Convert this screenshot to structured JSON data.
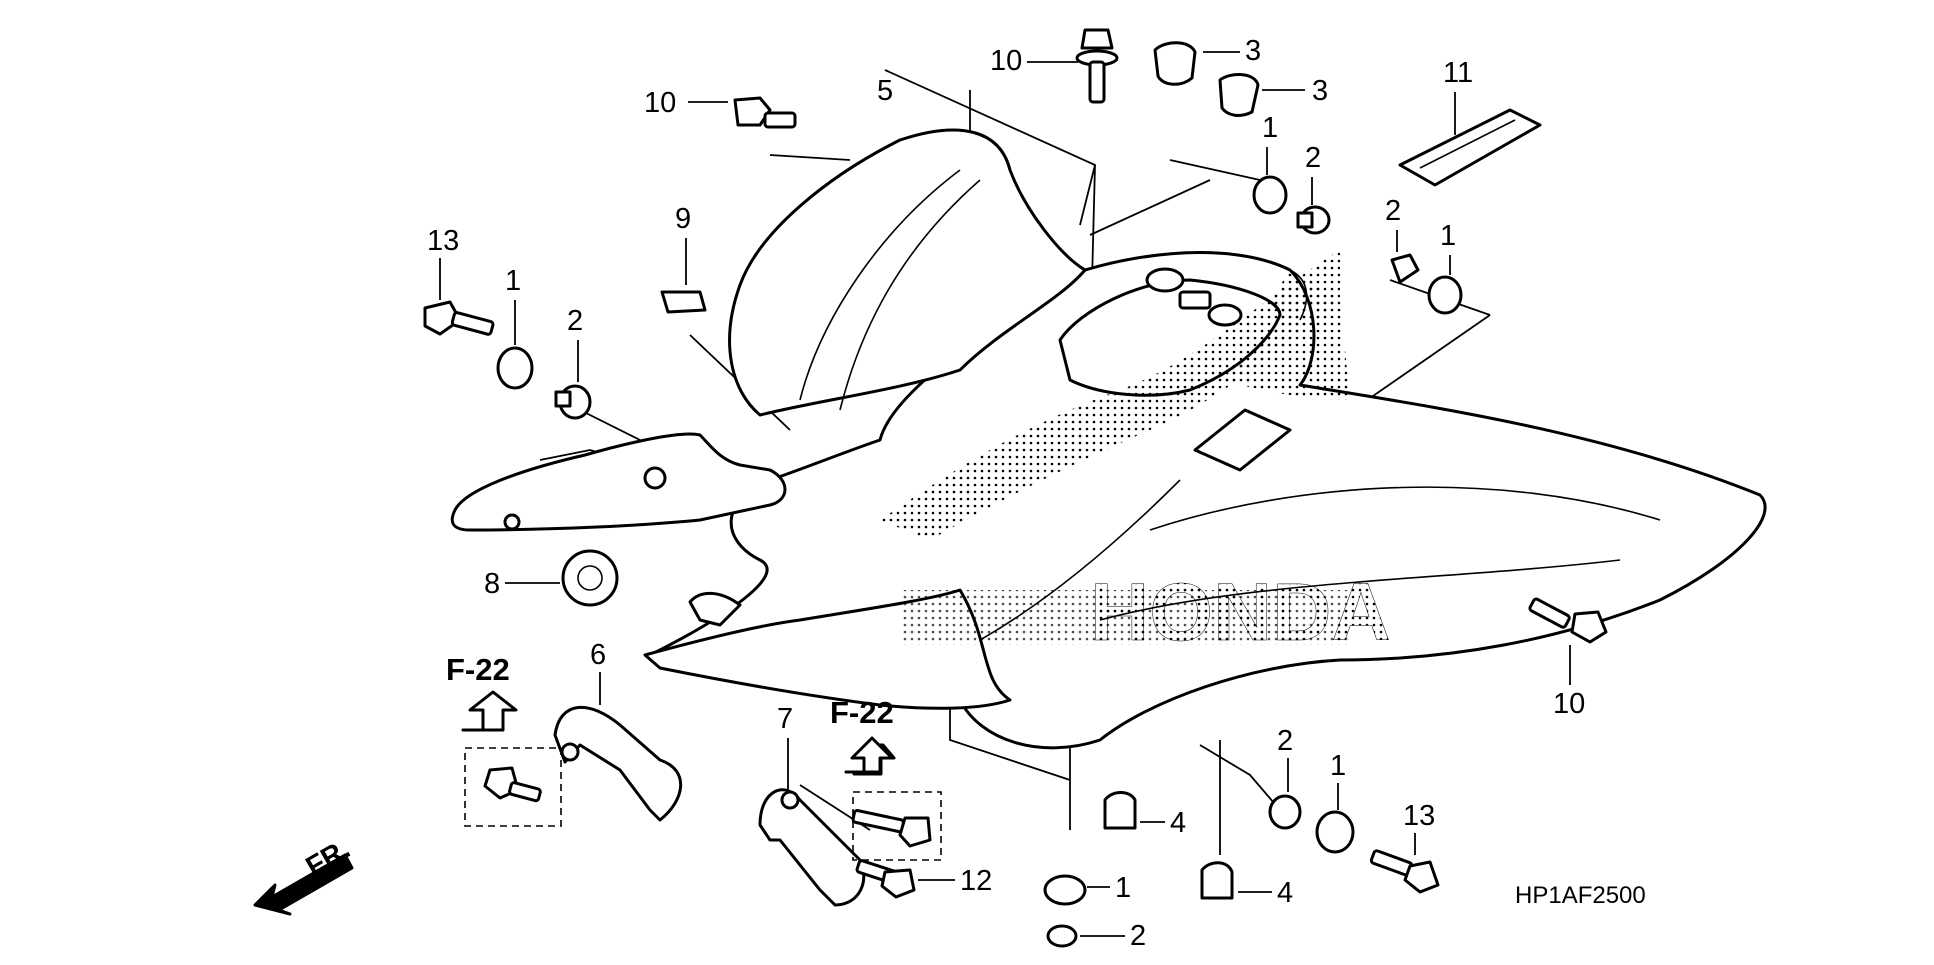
{
  "diagram": {
    "code": "HP1AF2500",
    "front_indicator": "FR.",
    "reference_labels": [
      "F-22",
      "F-22"
    ],
    "callouts": [
      "10",
      "5",
      "10",
      "3",
      "3",
      "1",
      "2",
      "11",
      "13",
      "1",
      "2",
      "9",
      "2",
      "1",
      "8",
      "6",
      "7",
      "10",
      "2",
      "1",
      "13",
      "4",
      "4",
      "1",
      "2",
      "12"
    ]
  }
}
